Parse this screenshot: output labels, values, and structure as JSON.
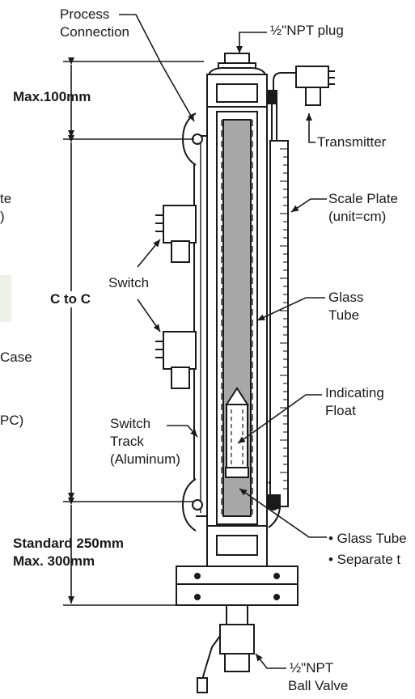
{
  "labels": {
    "process_connection_1": "Process",
    "process_connection_2": "Connection",
    "npt_plug": "½\"NPT plug",
    "transmitter": "Transmitter",
    "scale_plate_1": "Scale Plate",
    "scale_plate_2": "(unit=cm)",
    "switch": "Switch",
    "glass_tube_1": "Glass",
    "glass_tube_2": "Tube",
    "indicating_float_1": "Indicating",
    "indicating_float_2": "Float",
    "switch_track_1": "Switch",
    "switch_track_2": "Track",
    "switch_track_3": "(Aluminum)",
    "ball_valve_1": "½\"NPT",
    "ball_valve_2": "Ball Valve",
    "bullet_1": "• Glass Tube",
    "bullet_2": "• Separate t",
    "cut_left_1": "te",
    "cut_left_2": ")",
    "cut_left_3": "Case",
    "cut_left_4": "PC)"
  },
  "dimensions": {
    "max_top": "Max.100mm",
    "c_to_c": "C to C",
    "standard_bottom": "Standard 250mm",
    "max_bottom": "Max. 300mm"
  },
  "colors": {
    "ink": "#1a1a1a",
    "glass": "#a7a7a7",
    "panel": "#eef0ea"
  }
}
